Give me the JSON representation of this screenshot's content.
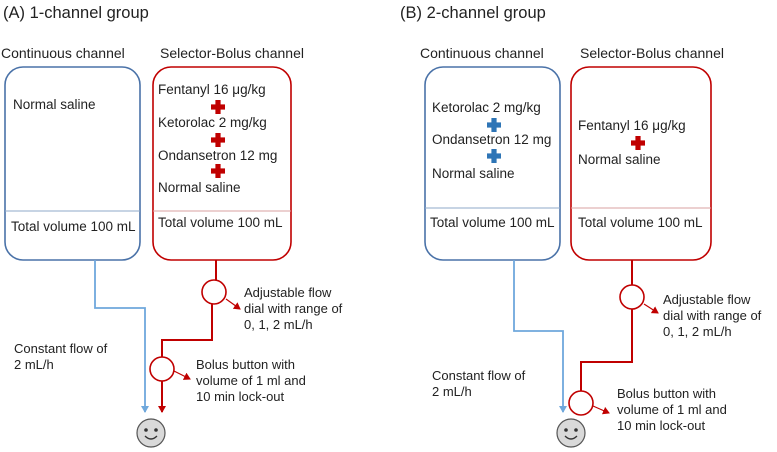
{
  "panel_a": {
    "title": "(A) 1-channel group",
    "continuous": {
      "header": "Continuous channel",
      "contents": [
        "Normal saline"
      ],
      "total": "Total volume 100 mL"
    },
    "bolus": {
      "header": "Selector-Bolus channel",
      "contents": [
        "Fentanyl 16 μg/kg",
        "Ketorolac 2 mg/kg",
        "Ondansetron 12 mg",
        "Normal saline"
      ],
      "total": "Total volume 100 mL"
    },
    "constant_flow": "Constant flow of\n2 mL/h",
    "flow_dial": "Adjustable flow\ndial with range of\n0, 1, 2 mL/h",
    "bolus_button": "Bolus button with\nvolume of 1 ml and\n10 min lock-out"
  },
  "panel_b": {
    "title": "(B) 2-channel group",
    "continuous": {
      "header": "Continuous channel",
      "contents": [
        "Ketorolac 2 mg/kg",
        "Ondansetron 12 mg",
        "Normal saline"
      ],
      "total": "Total volume 100 mL"
    },
    "bolus": {
      "header": "Selector-Bolus channel",
      "contents": [
        "Fentanyl 16 μg/kg",
        "Normal saline"
      ],
      "total": "Total volume 100 mL"
    },
    "constant_flow": "Constant flow of\n2 mL/h",
    "flow_dial": "Adjustable flow\ndial with range of\n0, 1, 2 mL/h",
    "bolus_button": "Bolus button with\nvolume of 1 ml and\n10 min lock-out"
  },
  "colors": {
    "continuous": "#4a72a8",
    "continuous_line": "#6fa8dc",
    "bolus": "#c00000",
    "plus_red": "#c00000",
    "plus_blue": "#2e75b6",
    "face": "#d9d9d9"
  },
  "icons": {
    "plus": "plus-icon",
    "patient": "smiley-face-icon",
    "arrow": "arrow-icon"
  }
}
